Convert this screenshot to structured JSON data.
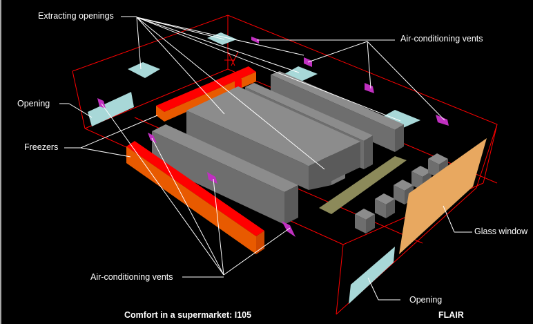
{
  "scene": {
    "title": "Comfort in a supermarket: I105",
    "brand": "FLAIR"
  },
  "labels": {
    "extracting_openings": "Extracting openings",
    "ac_vents_top": "Air-conditioning vents",
    "opening_left": "Opening",
    "freezers": "Freezers",
    "ac_vents_bottom": "Air-conditioning vents",
    "glass_window": "Glass window",
    "opening_bottom": "Opening"
  },
  "colors": {
    "background": "#000000",
    "room_outline": "#ff0000",
    "shelf_top": "#8c8c8c",
    "shelf_side": "#6e6e6e",
    "shelf_front": "#5a5a5a",
    "freezer_top": "#ff0000",
    "freezer_side": "#e85a00",
    "opening": "#a8d8d8",
    "vent": "#c030c0",
    "glass_window": "#e8a860",
    "counter": "#8c8a5a",
    "leader_line": "#ffffff"
  }
}
